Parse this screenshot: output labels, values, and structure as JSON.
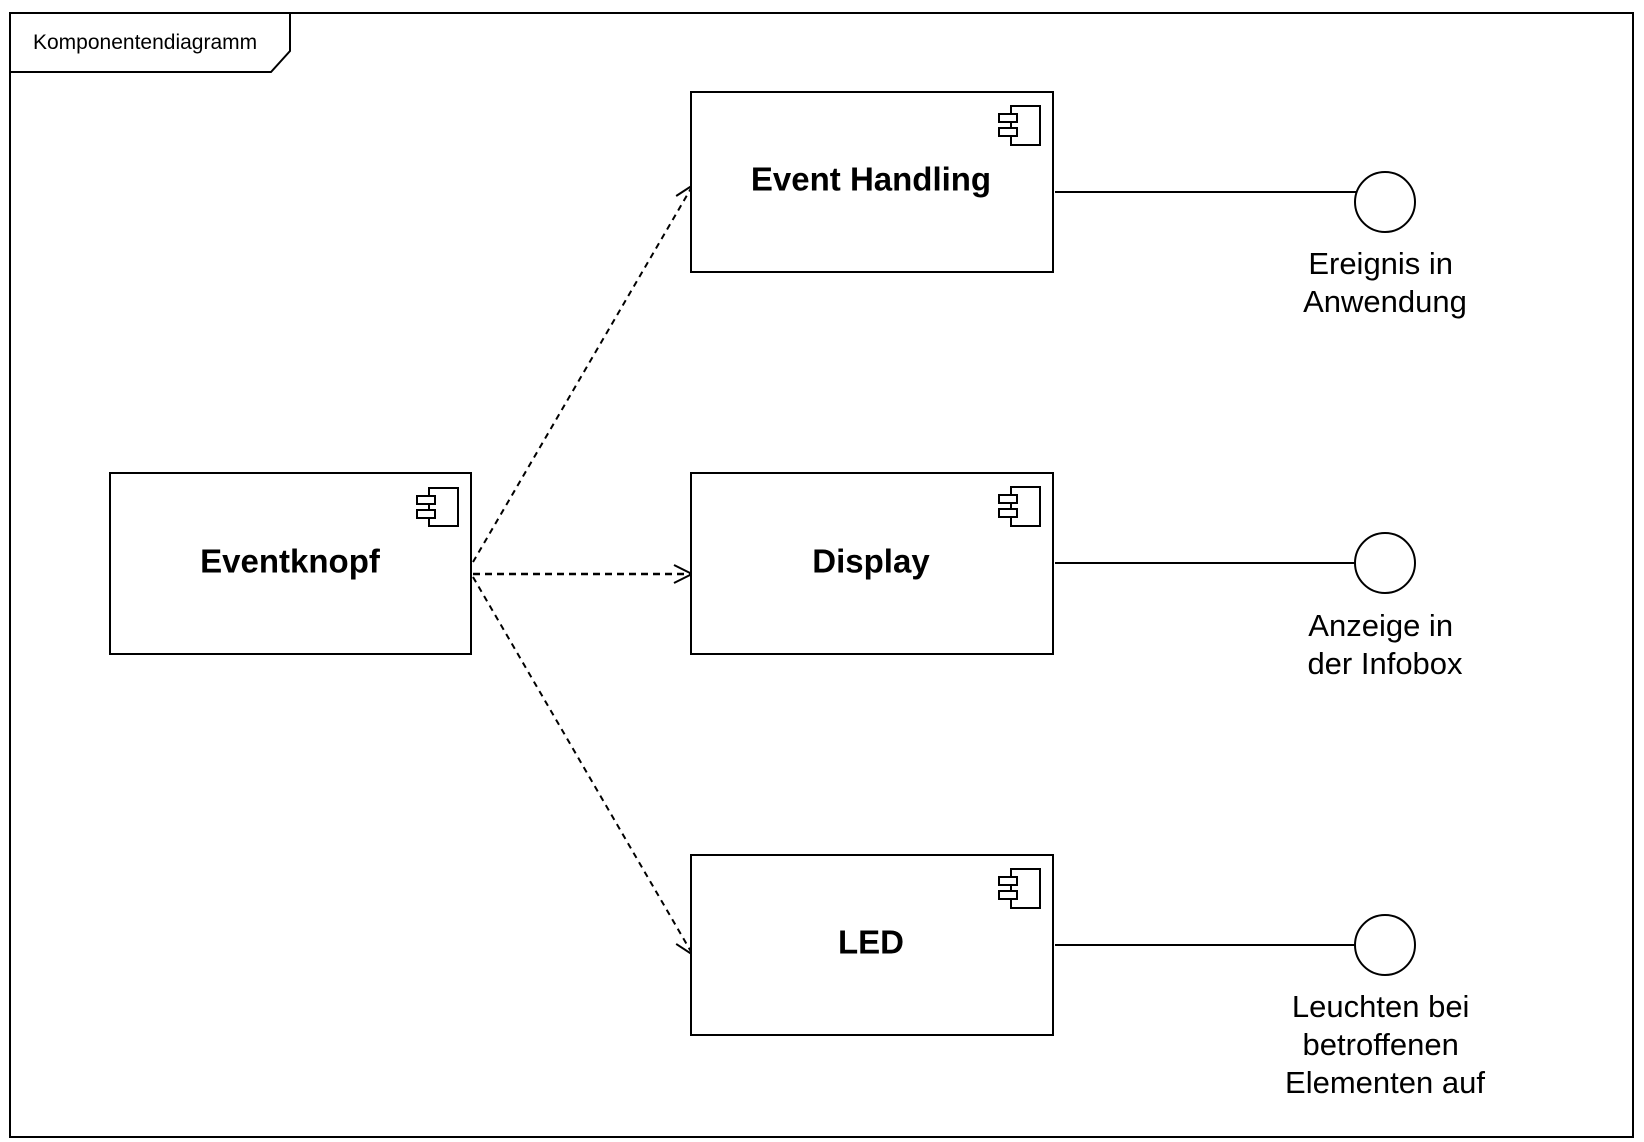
{
  "frame": {
    "title": "Komponentendiagramm"
  },
  "components": {
    "eventknopf": "Eventknopf",
    "event_handling": "Event Handling",
    "display": "Display",
    "led": "LED"
  },
  "interfaces": {
    "event_handling": [
      "Ereignis in",
      "Anwendung"
    ],
    "display": [
      "Anzeige in",
      "der Infobox"
    ],
    "led": [
      "Leuchten bei",
      "betroffenen",
      "Elementen auf"
    ]
  }
}
